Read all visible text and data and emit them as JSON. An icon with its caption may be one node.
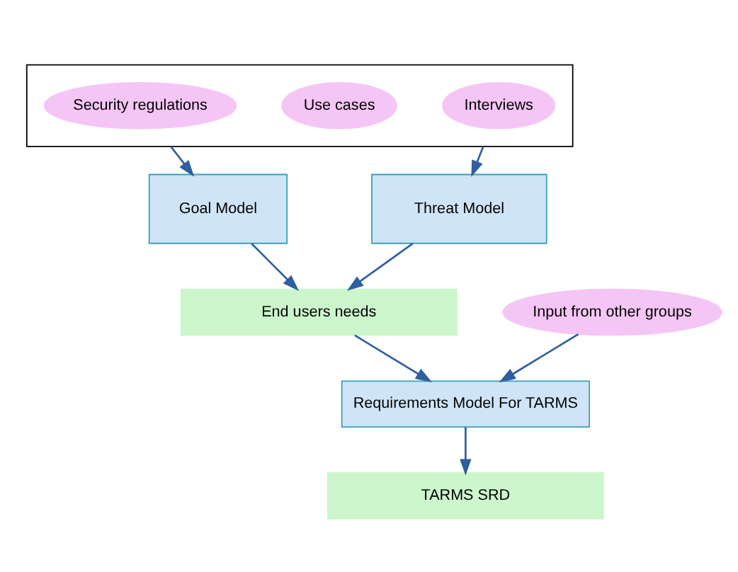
{
  "diagram": {
    "nodes": [
      {
        "text": [],
        "shape": "box"
      },
      {
        "text": [
          "Security regulations"
        ],
        "in": 0
      },
      {
        "text": [
          "Use cases"
        ],
        "in": 0
      },
      {
        "text": [
          "Interviews"
        ],
        "in": 0
      },
      {
        "text": [
          "Goal Model"
        ]
      },
      {
        "text": [
          "Threat Model"
        ]
      },
      {
        "text": [
          "End users needs"
        ]
      },
      {
        "text": [
          "Input from other groups"
        ]
      },
      {
        "text": [
          "Requirements Model For TARMS"
        ]
      },
      {
        "text": [
          "TARMS SRD"
        ]
      }
    ],
    "edges": [
      {
        "from": 0,
        "to": 4,
        "arrow": "to"
      },
      {
        "from": 0,
        "to": 5,
        "arrow": "to"
      },
      {
        "from": 4,
        "to": 6,
        "arrow": "to"
      },
      {
        "from": 5,
        "to": 6,
        "arrow": "to"
      },
      {
        "from": 6,
        "to": 8,
        "arrow": "to"
      },
      {
        "from": 7,
        "to": 8,
        "arrow": "to"
      },
      {
        "from": 8,
        "to": 9,
        "arrow": "to"
      }
    ]
  }
}
